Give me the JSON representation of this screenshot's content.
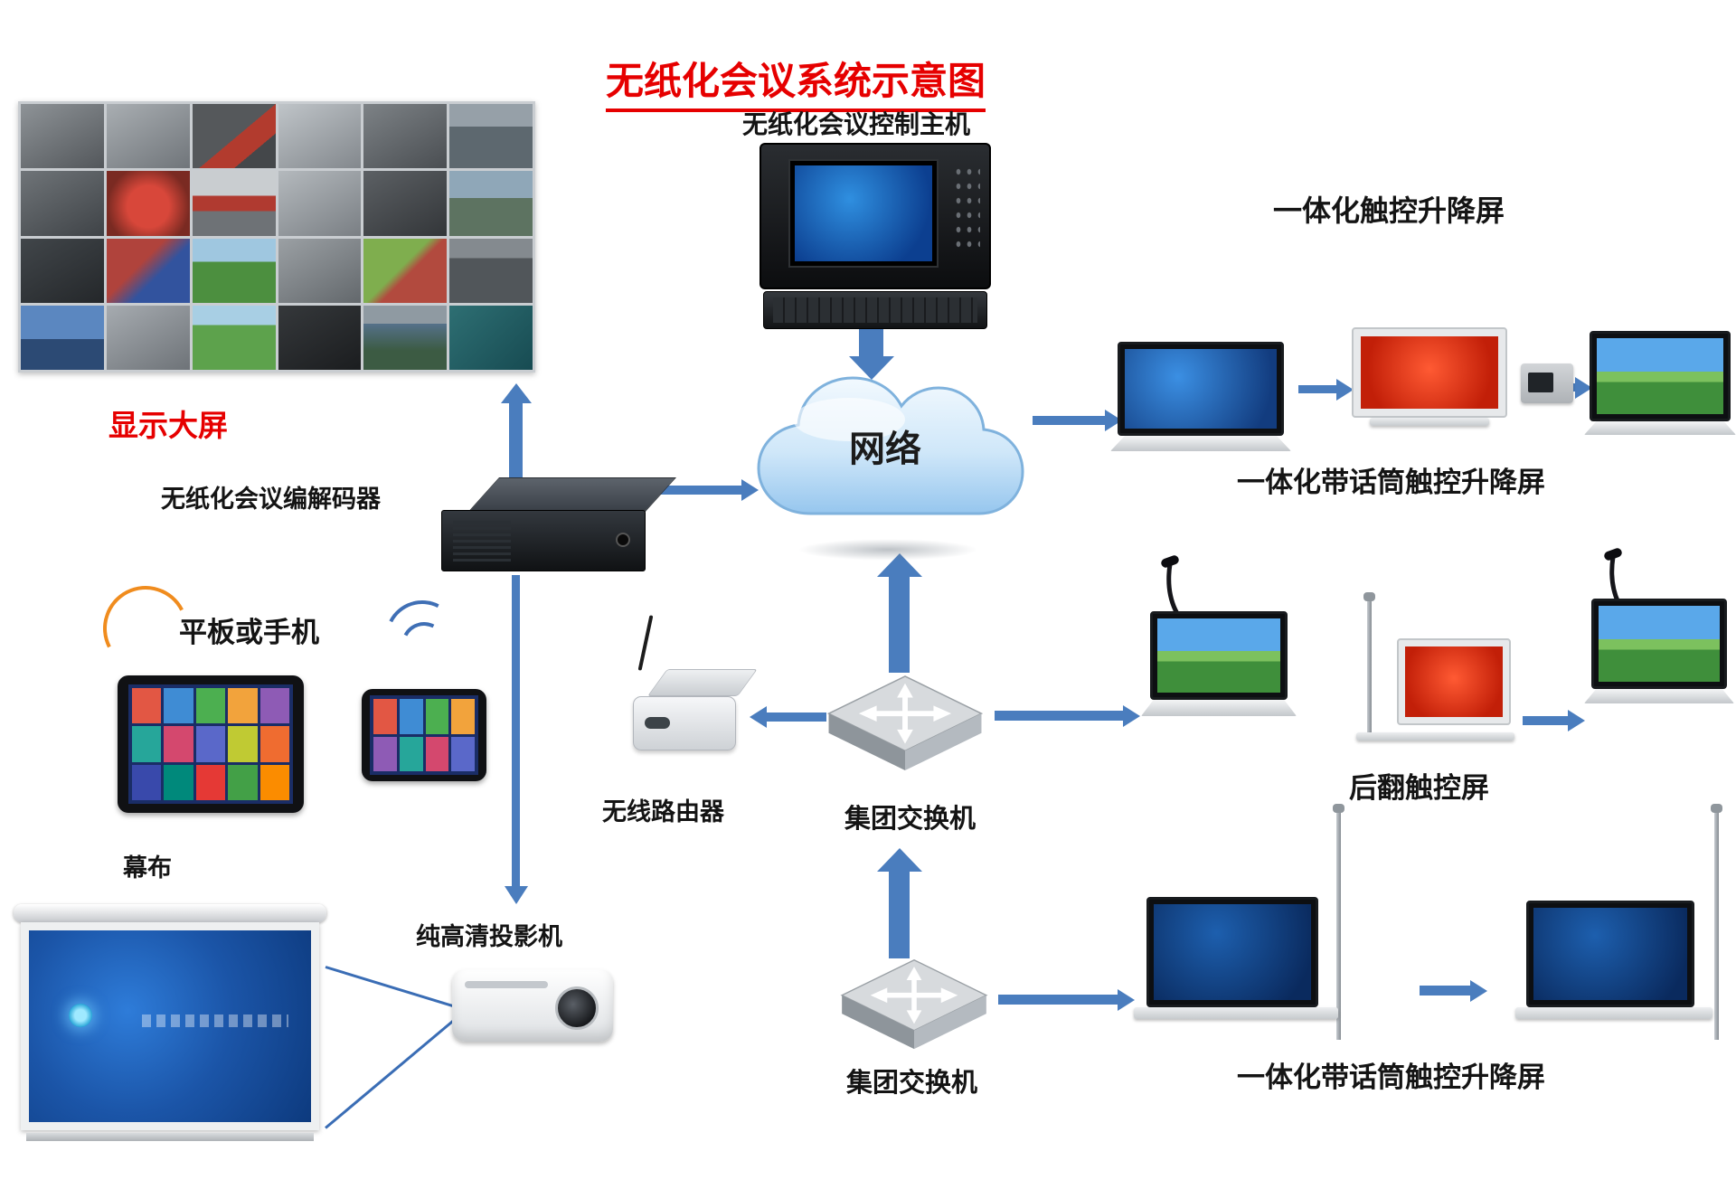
{
  "title": "无纸化会议系统示意图",
  "colors": {
    "accent_red": "#e60000",
    "arrow_blue": "#4a7dbe",
    "cloud_blue": "#a9d0ef"
  },
  "nodes": {
    "host_label": "无纸化会议控制主机",
    "network_label": "网络",
    "display_wall_label": "显示大屏",
    "codec_label": "无纸化会议编解码器",
    "tablet_label": "平板或手机",
    "curtain_label": "幕布",
    "projector_label": "纯高清投影机",
    "router_label": "无线路由器",
    "switch_mid_label": "集团交换机",
    "switch_bottom_label": "集团交换机",
    "lift_screen_label": "一体化触控升降屏",
    "mic_lift_screen_top_label": "一体化带话筒触控升降屏",
    "rear_flip_label": "后翻触控屏",
    "mic_lift_screen_bottom_label": "一体化带话筒触控升降屏"
  }
}
